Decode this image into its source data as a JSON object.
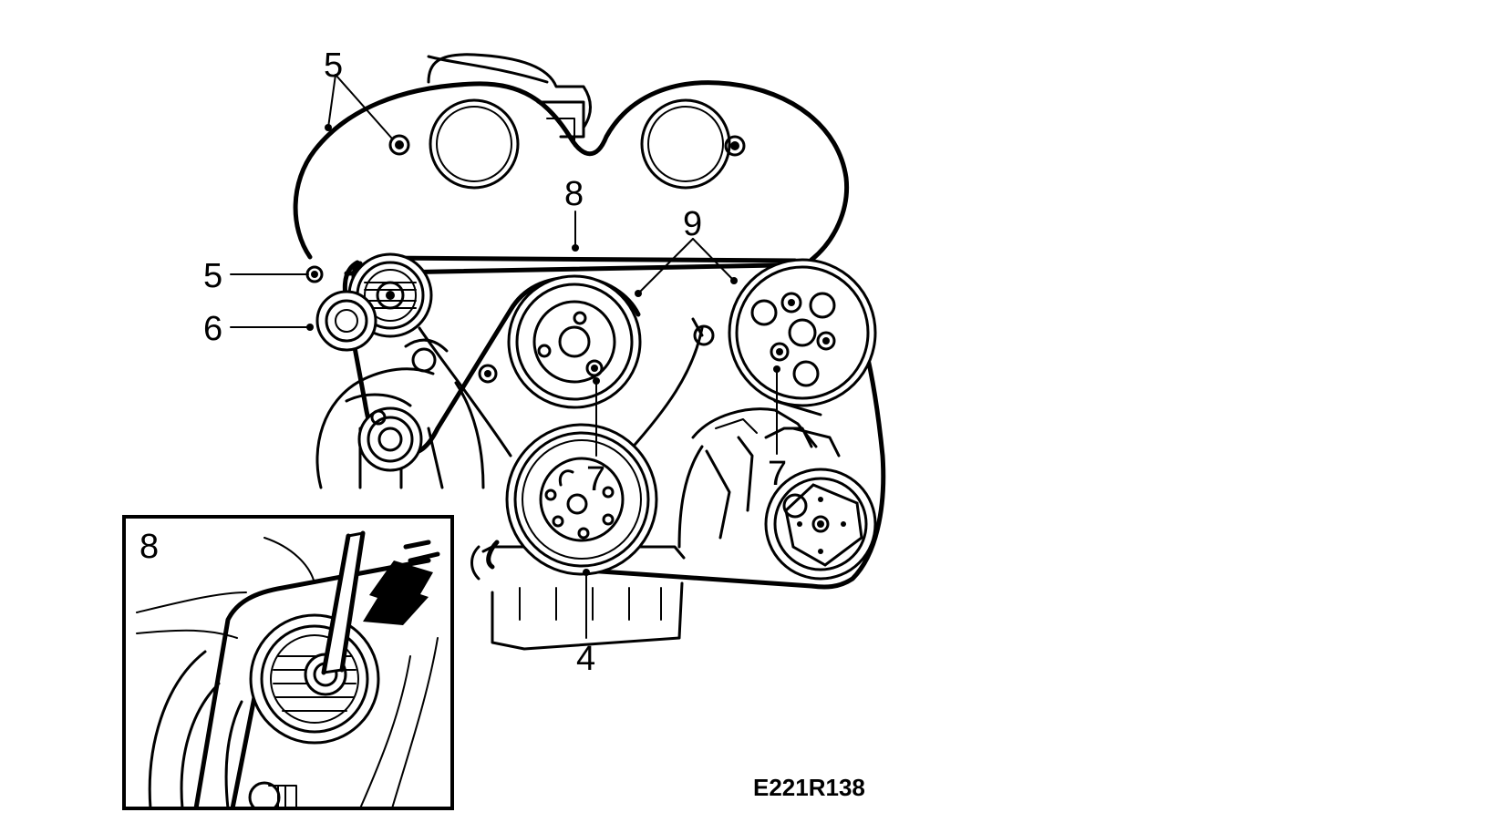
{
  "diagram": {
    "labels": {
      "l4": "4",
      "l5a": "5",
      "l5b": "5",
      "l6": "6",
      "l7a": "7",
      "l7b": "7",
      "l8": "8",
      "l9": "9",
      "inset": "8"
    },
    "code": "E221R138"
  }
}
